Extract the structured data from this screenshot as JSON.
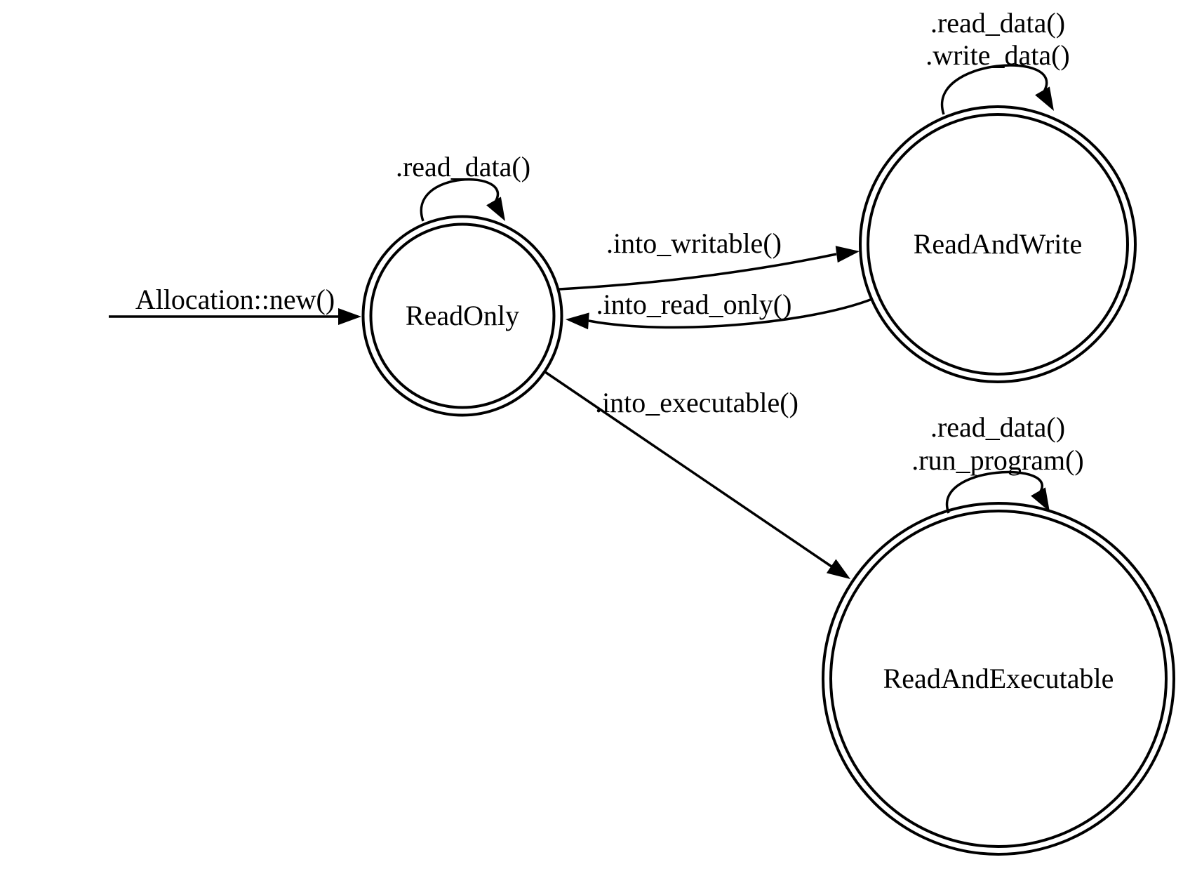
{
  "diagram": {
    "type": "state-machine",
    "background_color": "#ffffff",
    "line_color": "#000000",
    "initial_transition": {
      "label": "Allocation::new()",
      "to": "ReadOnly"
    },
    "states": [
      {
        "name": "ReadOnly",
        "shape": "double-circle",
        "self_transitions": [
          ".read_data()"
        ]
      },
      {
        "name": "ReadAndWrite",
        "shape": "double-circle",
        "self_transitions": [
          ".read_data()",
          ".write_data()"
        ]
      },
      {
        "name": "ReadAndExecutable",
        "shape": "double-circle",
        "self_transitions": [
          ".read_data()",
          ".run_program()"
        ]
      }
    ],
    "transitions": [
      {
        "from": "ReadOnly",
        "to": "ReadAndWrite",
        "label": ".into_writable()"
      },
      {
        "from": "ReadAndWrite",
        "to": "ReadOnly",
        "label": ".into_read_only()"
      },
      {
        "from": "ReadOnly",
        "to": "ReadAndExecutable",
        "label": ".into_executable()"
      }
    ]
  }
}
